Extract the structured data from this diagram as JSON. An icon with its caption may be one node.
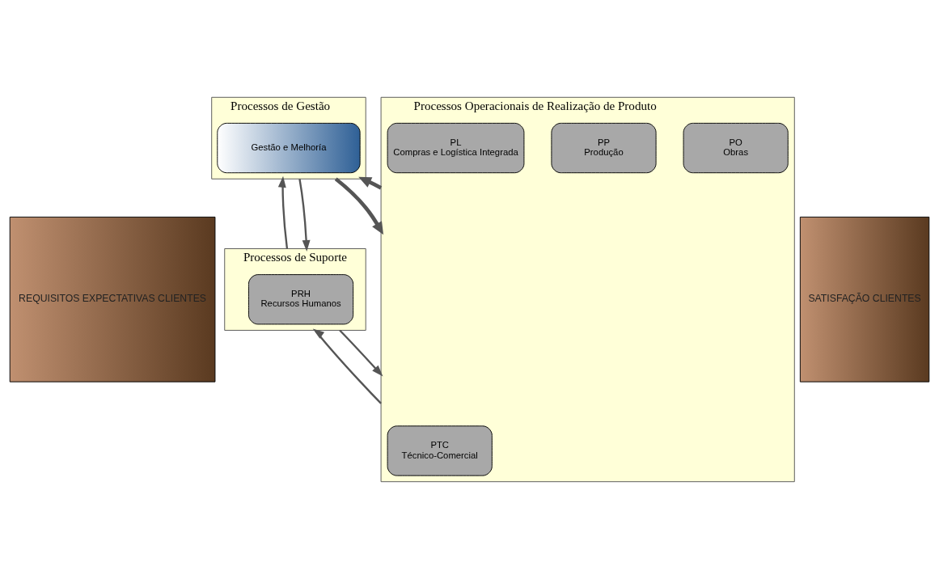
{
  "diagram": {
    "nodes": [
      {
        "text": [
          "REQUISITOS EXPECTATIVAS CLIENTES"
        ]
      },
      {
        "text": [
          "Processos de Gestão"
        ]
      },
      {
        "text": [
          "Gestão e Melhoría"
        ],
        "in": 1
      },
      {
        "text": [
          "Processos de Suporte"
        ]
      },
      {
        "text": [
          "PRH",
          "Recursos Humanos"
        ],
        "in": 3
      },
      {
        "text": [
          "Processos Operacionais de Realização de Produto"
        ]
      },
      {
        "text": [
          "PTC",
          "Técnico-Comercial"
        ],
        "in": 5
      },
      {
        "text": [
          "PO",
          "Obras"
        ],
        "in": 5
      },
      {
        "text": [
          "PP",
          "Produção"
        ],
        "in": 5
      },
      {
        "text": [
          "PL",
          "Compras e Logística Integrada"
        ],
        "in": 5
      },
      {
        "text": [
          "SATISFAÇÃO CLIENTES"
        ]
      }
    ],
    "edges": [
      {
        "from": 1,
        "to": 5,
        "arrow": "to",
        "style": "thick"
      },
      {
        "from": 1,
        "to": 3,
        "arrow": "to"
      },
      {
        "from": 3,
        "to": 1,
        "arrow": "to"
      },
      {
        "from": 3,
        "to": 5,
        "arrow": "to"
      },
      {
        "from": 5,
        "to": 3,
        "arrow": "to"
      },
      {
        "from": 5,
        "to": 1,
        "arrow": "to",
        "style": "thick"
      }
    ]
  }
}
